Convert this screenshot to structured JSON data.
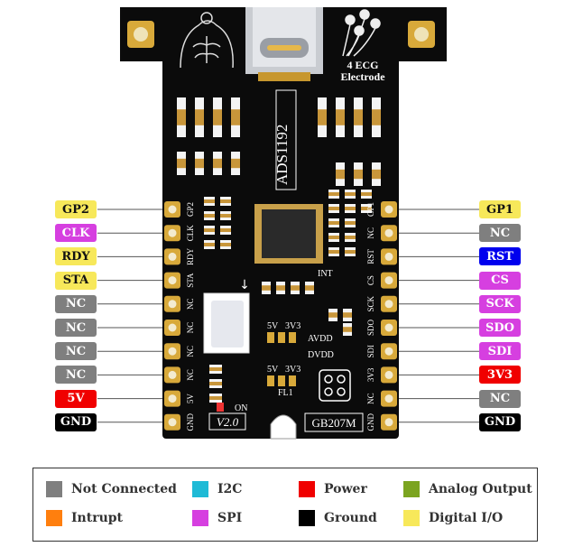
{
  "colors": {
    "not_connected": "#7f7f7f",
    "interrupt": "#ff7f0e",
    "i2c": "#1fbad6",
    "spi": "#d63fe0",
    "power": "#f00000",
    "ground": "#000000",
    "analog_output": "#7ba420",
    "digital_io": "#f7e85a",
    "rst": "#0000ee"
  },
  "left_pins": [
    {
      "label": "GP2",
      "type": "digital_io"
    },
    {
      "label": "CLK",
      "type": "spi"
    },
    {
      "label": "RDY",
      "type": "digital_io"
    },
    {
      "label": "STA",
      "type": "digital_io"
    },
    {
      "label": "NC",
      "type": "not_connected"
    },
    {
      "label": "NC",
      "type": "not_connected"
    },
    {
      "label": "NC",
      "type": "not_connected"
    },
    {
      "label": "NC",
      "type": "not_connected"
    },
    {
      "label": "5V",
      "type": "power"
    },
    {
      "label": "GND",
      "type": "ground"
    }
  ],
  "right_pins": [
    {
      "label": "GP1",
      "type": "digital_io"
    },
    {
      "label": "NC",
      "type": "not_connected"
    },
    {
      "label": "RST",
      "type": "rst"
    },
    {
      "label": "CS",
      "type": "spi"
    },
    {
      "label": "SCK",
      "type": "spi"
    },
    {
      "label": "SDO",
      "type": "spi"
    },
    {
      "label": "SDI",
      "type": "spi"
    },
    {
      "label": "3V3",
      "type": "power"
    },
    {
      "label": "NC",
      "type": "not_connected"
    },
    {
      "label": "GND",
      "type": "ground"
    }
  ],
  "board": {
    "chip_name": "ADS1192",
    "electrode_line1": "4 ECG",
    "electrode_line2": "Electrode",
    "model": "GB207M",
    "version": "V2.0",
    "int_label": "INT",
    "avdd": "AVDD",
    "dvdd": "DVDD",
    "fl1": "FL1",
    "on": "ON",
    "jumper_5v": "5V",
    "jumper_3v3": "3V3",
    "silk_left_pins": [
      "GP2",
      "CLK",
      "RDY",
      "STA",
      "NC",
      "NC",
      "NC",
      "NC",
      "5V",
      "GND"
    ],
    "silk_right_pins": [
      "GP1",
      "NC",
      "RST",
      "CS",
      "SCK",
      "SDO",
      "SDI",
      "3V3",
      "NC",
      "GND"
    ]
  },
  "legend": {
    "items": [
      {
        "label": "Not Connected",
        "color_key": "not_connected"
      },
      {
        "label": "I2C",
        "color_key": "i2c"
      },
      {
        "label": "Power",
        "color_key": "power"
      },
      {
        "label": "Analog Output",
        "color_key": "analog_output"
      },
      {
        "label": "Intrupt",
        "color_key": "interrupt"
      },
      {
        "label": "SPI",
        "color_key": "spi"
      },
      {
        "label": "Ground",
        "color_key": "ground"
      },
      {
        "label": "Digital I/O",
        "color_key": "digital_io"
      }
    ]
  }
}
